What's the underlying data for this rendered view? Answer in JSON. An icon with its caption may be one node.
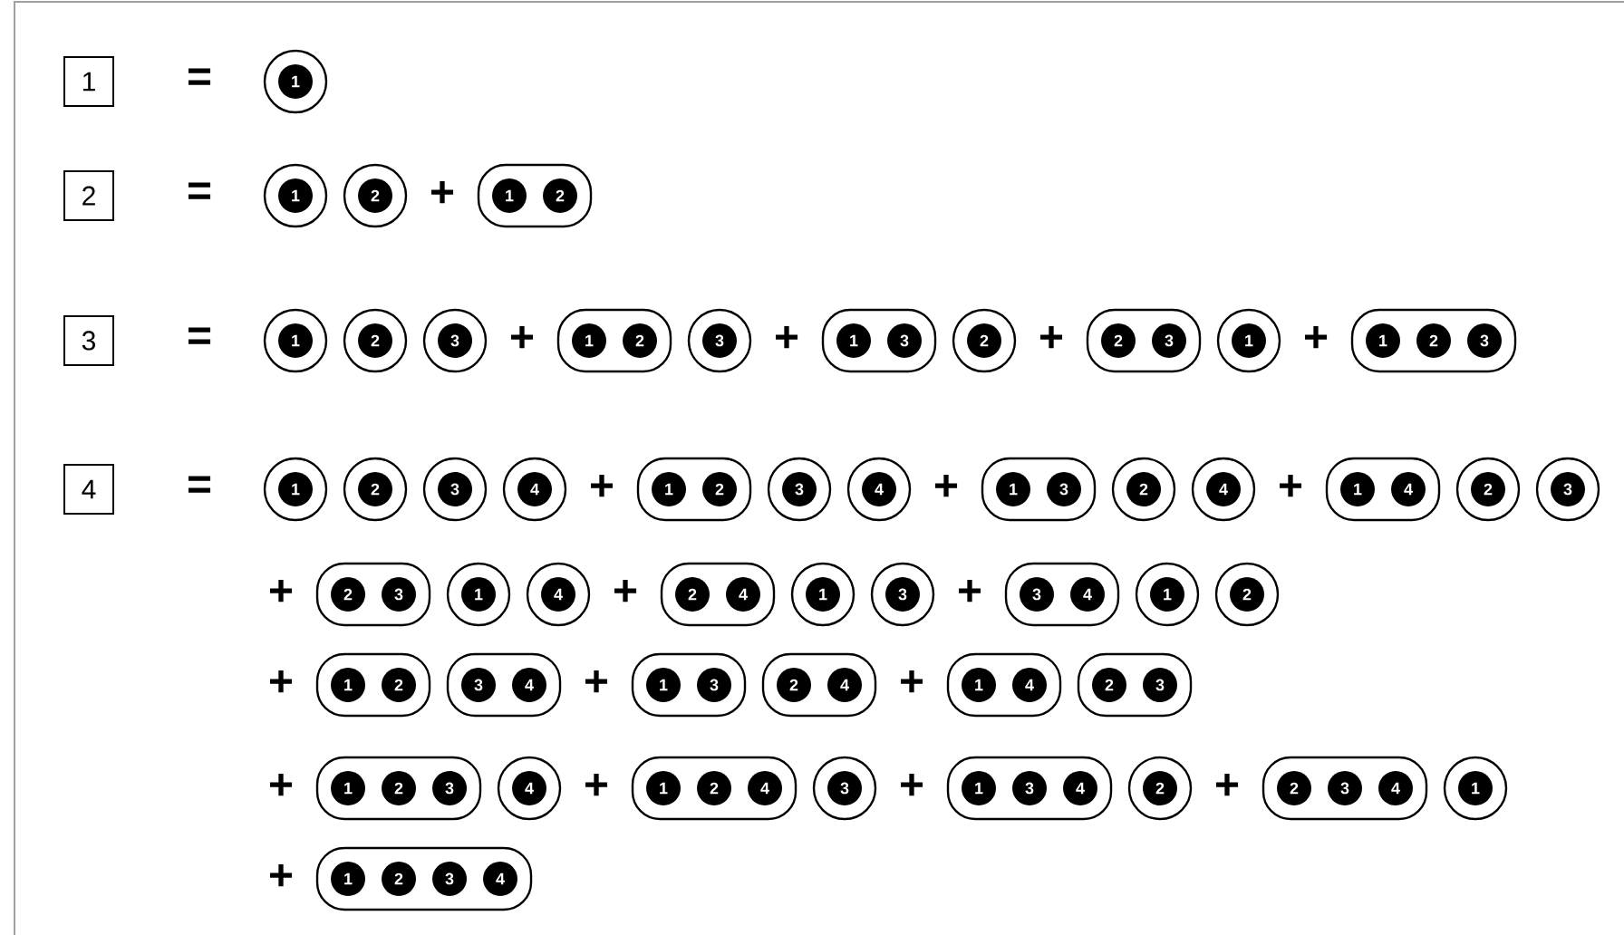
{
  "diagram": {
    "nodes": [
      {
        "text": [
          "1"
        ]
      },
      {
        "text": [],
        "shape": "circle"
      },
      {
        "text": [
          "1"
        ],
        "in": 1
      },
      {
        "text": [
          "2"
        ]
      },
      {
        "text": [],
        "shape": "circle"
      },
      {
        "text": [
          "1"
        ],
        "in": 4
      },
      {
        "text": [],
        "shape": "circle"
      },
      {
        "text": [
          "2"
        ],
        "in": 6
      },
      {
        "text": [],
        "shape": "capsule"
      },
      {
        "text": [
          "1"
        ],
        "in": 8
      },
      {
        "text": [
          "2"
        ],
        "in": 8
      },
      {
        "text": [
          "3"
        ]
      },
      {
        "text": [],
        "shape": "circle"
      },
      {
        "text": [
          "1"
        ],
        "in": 12
      },
      {
        "text": [],
        "shape": "circle"
      },
      {
        "text": [
          "2"
        ],
        "in": 14
      },
      {
        "text": [],
        "shape": "circle"
      },
      {
        "text": [
          "3"
        ],
        "in": 16
      },
      {
        "text": [],
        "shape": "capsule"
      },
      {
        "text": [
          "1"
        ],
        "in": 18
      },
      {
        "text": [
          "2"
        ],
        "in": 18
      },
      {
        "text": [],
        "shape": "circle"
      },
      {
        "text": [
          "3"
        ],
        "in": 21
      },
      {
        "text": [],
        "shape": "capsule"
      },
      {
        "text": [
          "1"
        ],
        "in": 23
      },
      {
        "text": [
          "3"
        ],
        "in": 23
      },
      {
        "text": [],
        "shape": "circle"
      },
      {
        "text": [
          "2"
        ],
        "in": 26
      },
      {
        "text": [],
        "shape": "capsule"
      },
      {
        "text": [
          "2"
        ],
        "in": 28
      },
      {
        "text": [
          "3"
        ],
        "in": 28
      },
      {
        "text": [],
        "shape": "circle"
      },
      {
        "text": [
          "1"
        ],
        "in": 31
      },
      {
        "text": [],
        "shape": "capsule"
      },
      {
        "text": [
          "1"
        ],
        "in": 33
      },
      {
        "text": [
          "2"
        ],
        "in": 33
      },
      {
        "text": [
          "3"
        ],
        "in": 33
      },
      {
        "text": [
          "4"
        ]
      },
      {
        "text": [],
        "shape": "circle"
      },
      {
        "text": [
          "1"
        ],
        "in": 38
      },
      {
        "text": [],
        "shape": "circle"
      },
      {
        "text": [
          "2"
        ],
        "in": 40
      },
      {
        "text": [],
        "shape": "circle"
      },
      {
        "text": [
          "3"
        ],
        "in": 42
      },
      {
        "text": [],
        "shape": "circle"
      },
      {
        "text": [
          "4"
        ],
        "in": 44
      },
      {
        "text": [],
        "shape": "capsule"
      },
      {
        "text": [
          "1"
        ],
        "in": 46
      },
      {
        "text": [
          "2"
        ],
        "in": 46
      },
      {
        "text": [],
        "shape": "circle"
      },
      {
        "text": [
          "3"
        ],
        "in": 49
      },
      {
        "text": [],
        "shape": "circle"
      },
      {
        "text": [
          "4"
        ],
        "in": 51
      },
      {
        "text": [],
        "shape": "capsule"
      },
      {
        "text": [
          "1"
        ],
        "in": 53
      },
      {
        "text": [
          "3"
        ],
        "in": 53
      },
      {
        "text": [],
        "shape": "circle"
      },
      {
        "text": [
          "2"
        ],
        "in": 56
      },
      {
        "text": [],
        "shape": "circle"
      },
      {
        "text": [
          "4"
        ],
        "in": 58
      },
      {
        "text": [],
        "shape": "capsule"
      },
      {
        "text": [
          "1"
        ],
        "in": 60
      },
      {
        "text": [
          "4"
        ],
        "in": 60
      },
      {
        "text": [],
        "shape": "circle"
      },
      {
        "text": [
          "2"
        ],
        "in": 63
      },
      {
        "text": [],
        "shape": "circle"
      },
      {
        "text": [
          "3"
        ],
        "in": 65
      },
      {
        "text": [],
        "shape": "capsule"
      },
      {
        "text": [
          "2"
        ],
        "in": 67
      },
      {
        "text": [
          "3"
        ],
        "in": 67
      },
      {
        "text": [],
        "shape": "circle"
      },
      {
        "text": [
          "1"
        ],
        "in": 70
      },
      {
        "text": [],
        "shape": "circle"
      },
      {
        "text": [
          "4"
        ],
        "in": 72
      },
      {
        "text": [],
        "shape": "capsule"
      },
      {
        "text": [
          "2"
        ],
        "in": 74
      },
      {
        "text": [
          "4"
        ],
        "in": 74
      },
      {
        "text": [],
        "shape": "circle"
      },
      {
        "text": [
          "1"
        ],
        "in": 77
      },
      {
        "text": [],
        "shape": "circle"
      },
      {
        "text": [
          "3"
        ],
        "in": 79
      },
      {
        "text": [],
        "shape": "capsule"
      },
      {
        "text": [
          "3"
        ],
        "in": 81
      },
      {
        "text": [
          "4"
        ],
        "in": 81
      },
      {
        "text": [],
        "shape": "circle"
      },
      {
        "text": [
          "1"
        ],
        "in": 84
      },
      {
        "text": [],
        "shape": "circle"
      },
      {
        "text": [
          "2"
        ],
        "in": 86
      },
      {
        "text": [],
        "shape": "capsule"
      },
      {
        "text": [
          "1"
        ],
        "in": 88
      },
      {
        "text": [
          "2"
        ],
        "in": 88
      },
      {
        "text": [],
        "shape": "capsule"
      },
      {
        "text": [
          "3"
        ],
        "in": 91
      },
      {
        "text": [
          "4"
        ],
        "in": 91
      },
      {
        "text": [],
        "shape": "capsule"
      },
      {
        "text": [
          "1"
        ],
        "in": 94
      },
      {
        "text": [
          "3"
        ],
        "in": 94
      },
      {
        "text": [],
        "shape": "capsule"
      },
      {
        "text": [
          "2"
        ],
        "in": 97
      },
      {
        "text": [
          "4"
        ],
        "in": 97
      },
      {
        "text": [],
        "shape": "capsule"
      },
      {
        "text": [
          "1"
        ],
        "in": 100
      },
      {
        "text": [
          "4"
        ],
        "in": 100
      },
      {
        "text": [],
        "shape": "capsule"
      },
      {
        "text": [
          "2"
        ],
        "in": 103
      },
      {
        "text": [
          "3"
        ],
        "in": 103
      },
      {
        "text": [],
        "shape": "capsule"
      },
      {
        "text": [
          "1"
        ],
        "in": 106
      },
      {
        "text": [
          "2"
        ],
        "in": 106
      },
      {
        "text": [
          "3"
        ],
        "in": 106
      },
      {
        "text": [],
        "shape": "circle"
      },
      {
        "text": [
          "4"
        ],
        "in": 110
      },
      {
        "text": [],
        "shape": "capsule"
      },
      {
        "text": [
          "1"
        ],
        "in": 112
      },
      {
        "text": [
          "2"
        ],
        "in": 112
      },
      {
        "text": [
          "4"
        ],
        "in": 112
      },
      {
        "text": [],
        "shape": "circle"
      },
      {
        "text": [
          "3"
        ],
        "in": 116
      },
      {
        "text": [],
        "shape": "capsule"
      },
      {
        "text": [
          "1"
        ],
        "in": 118
      },
      {
        "text": [
          "3"
        ],
        "in": 118
      },
      {
        "text": [
          "4"
        ],
        "in": 118
      },
      {
        "text": [],
        "shape": "circle"
      },
      {
        "text": [
          "2"
        ],
        "in": 122
      },
      {
        "text": [],
        "shape": "capsule"
      },
      {
        "text": [
          "2"
        ],
        "in": 124
      },
      {
        "text": [
          "3"
        ],
        "in": 124
      },
      {
        "text": [
          "4"
        ],
        "in": 124
      },
      {
        "text": [],
        "shape": "circle"
      },
      {
        "text": [
          "1"
        ],
        "in": 128
      },
      {
        "text": [],
        "shape": "capsule"
      },
      {
        "text": [
          "1"
        ],
        "in": 130
      },
      {
        "text": [
          "2"
        ],
        "in": 130
      },
      {
        "text": [
          "3"
        ],
        "in": 130
      },
      {
        "text": [
          "4"
        ],
        "in": 130
      }
    ],
    "labels": [
      "=",
      "=",
      "+",
      "=",
      "+",
      "+",
      "+",
      "+",
      "=",
      "+",
      "+",
      "+",
      "+",
      "+",
      "+",
      "+",
      "+",
      "+",
      "+",
      "+",
      "+",
      "+",
      "+"
    ]
  }
}
